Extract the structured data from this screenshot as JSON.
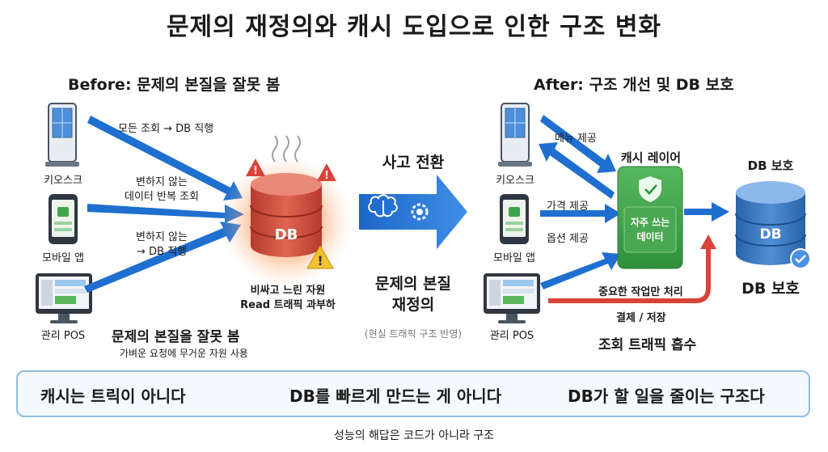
{
  "title": "문제의 재정의와 캐시 도입으로 인한 구조 변화",
  "before": {
    "heading": "Before: 문제의 본질을 잘못 봄",
    "devices": {
      "kiosk": "키오스크",
      "mobile": "모바일 앱",
      "pos": "관리 POS"
    },
    "arrows": {
      "a1": "모든 조회 → DB 직행",
      "a2_line1": "변하지 않는",
      "a2_line2": "데이터 반복 조회",
      "a3_line1": "변하지 않는",
      "a3_line2": "→ DB 직행"
    },
    "db_label": "DB",
    "db_caption1": "비싸고 느린 자원",
    "db_caption2": "Read 트래픽 과부하",
    "summary_title": "문제의 본질을 잘못 봄",
    "summary_sub": "가벼운 요청에 무거운 자원 사용"
  },
  "middle": {
    "heading": "사고 전환",
    "text1": "문제의 본질",
    "text2": "재정의",
    "sub": "(현실 트래픽 구조 반영)"
  },
  "after": {
    "heading": "After: 구조 개선 및 DB 보호",
    "devices": {
      "kiosk": "키오스크",
      "mobile": "모바일 앱",
      "pos": "관리 POS"
    },
    "arrows": {
      "menu": "메뉴 제공",
      "price": "가격 제공",
      "option": "옵션 제공",
      "important": "중요한 작업만 처리",
      "pay": "결제 / 저장"
    },
    "cache_title": "캐시 레이어",
    "cache_label1": "자주 쓰는",
    "cache_label2": "데이터",
    "db_top": "DB 보호",
    "db_label": "DB",
    "db_bottom": "DB 보호",
    "absorb": "조회 트래픽 흡수"
  },
  "bottom": {
    "item1": "캐시는 트릭이 아니다",
    "item2": "DB를 빠르게 만드는 게 아니다",
    "item3": "DB가 할 일을 줄이는 구조다",
    "footer": "성능의 해답은 코드가 아니라 구조"
  },
  "colors": {
    "arrow_blue": "#1e6fd0",
    "arrow_red": "#d9433a",
    "cache_green": "#3fa64a",
    "db_blue": "#2e6fb8",
    "db_red": "#c4473a"
  }
}
